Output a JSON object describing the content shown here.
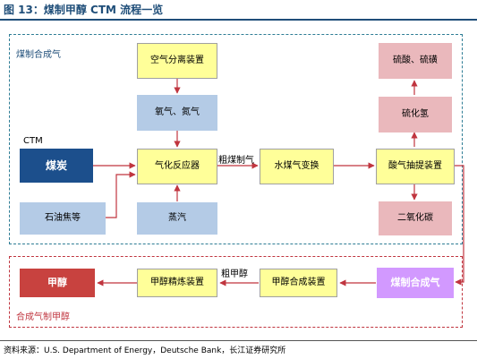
{
  "title": "图 13：煤制甲醇 CTM 流程一览",
  "regions": {
    "coal_to_syngas": "煤制合成气",
    "syngas_to_methanol": "合成气制甲醇"
  },
  "ctm_label": "CTM",
  "nodes": {
    "air_separation": "空气分离装置",
    "oxygen_nitrogen": "氧气、氮气",
    "gasifier": "气化反应器",
    "coal": "煤炭",
    "petroleum_coke": "石油焦等",
    "steam": "蒸汽",
    "water_gas_shift": "水煤气变换",
    "acid_gas_removal": "酸气抽提装置",
    "hydrogen_sulfide": "硫化氢",
    "sulfuric_acid_sulfur": "硫酸、硫磺",
    "carbon_dioxide": "二氧化碳",
    "coal_syngas": "煤制合成气",
    "methanol_synthesis": "甲醇合成装置",
    "methanol_refining": "甲醇精炼装置",
    "methanol": "甲醇"
  },
  "edge_labels": {
    "crude_syngas": "粗煤制气",
    "crude_methanol": "粗甲醇"
  },
  "colors": {
    "title": "#1f4e79",
    "arrow": "#c0353f",
    "blue_region": "#2e7d95",
    "red_region": "#c0353f",
    "yellow_box": "#ffff99",
    "light_blue_box": "#b4cbe6",
    "pink_box": "#eab8bc",
    "navy_box": "#1c4f8c",
    "crimson_box": "#c8423f",
    "violet_box": "#d299ff"
  },
  "source": "资料来源：U.S. Department of Energy，Deutsche Bank，长江证券研究所"
}
